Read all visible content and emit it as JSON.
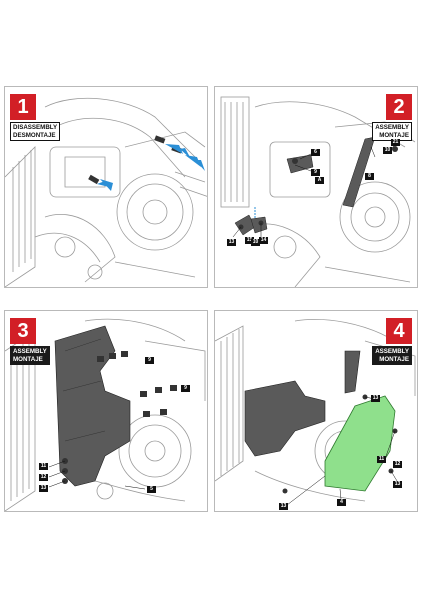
{
  "colors": {
    "badge": "#d21f26",
    "line_art": "#9a9a9a",
    "arrow": "#2b8fd6",
    "part_fill": "#5a5a5a",
    "new_part": "#8fe08c"
  },
  "steps": [
    {
      "number": "1",
      "label_lines": [
        "DISASSEMBLY",
        "DESMONTAJE"
      ],
      "callouts": []
    },
    {
      "number": "2",
      "label_lines": [
        "ASSEMBLY",
        "MONTAJE"
      ],
      "callouts": [
        "6",
        "9",
        "A",
        "8",
        "21",
        "10",
        "14",
        "15",
        "13",
        "10"
      ]
    },
    {
      "number": "3",
      "label_lines": [
        "ASSEMBLY",
        "MONTAJE"
      ],
      "callouts": [
        "9",
        "9",
        "11",
        "12",
        "13",
        "5"
      ]
    },
    {
      "number": "4",
      "label_lines": [
        "ASSEMBLY",
        "MONTAJE"
      ],
      "callouts": [
        "13",
        "11",
        "12",
        "13",
        "4",
        "13"
      ]
    }
  ]
}
